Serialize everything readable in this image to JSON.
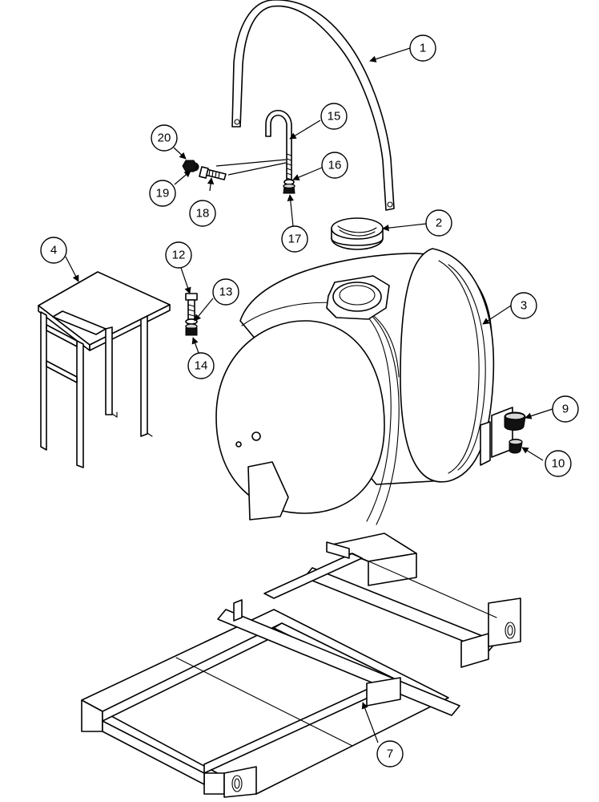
{
  "callouts": {
    "c1": "1",
    "c2": "2",
    "c3": "3",
    "c4": "4",
    "c7": "7",
    "c9": "9",
    "c10": "10",
    "c12": "12",
    "c13": "13",
    "c14": "14",
    "c15": "15",
    "c16": "16",
    "c17": "17",
    "c18": "18",
    "c19": "19",
    "c20": "20"
  }
}
